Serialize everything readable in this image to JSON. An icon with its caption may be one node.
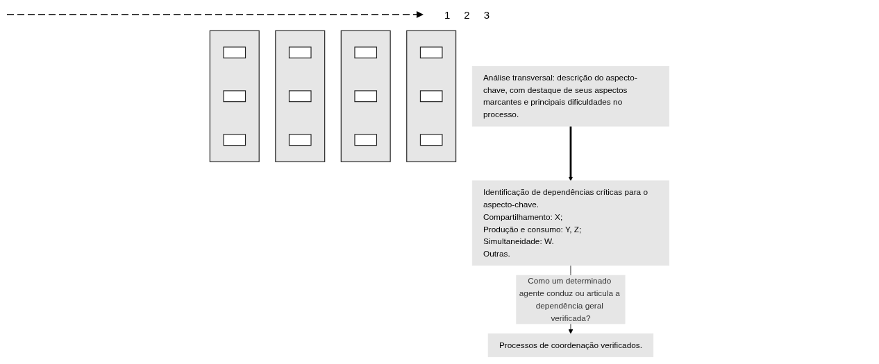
{
  "diagram": {
    "nodes": [
      {
        "text": [],
        "shape": "box"
      },
      {
        "text": [],
        "shape": "box",
        "in": 0
      },
      {
        "text": [],
        "shape": "box",
        "in": 0
      },
      {
        "text": [],
        "shape": "box",
        "in": 0
      },
      {
        "text": [],
        "shape": "box"
      },
      {
        "text": [],
        "shape": "box",
        "in": 4
      },
      {
        "text": [],
        "shape": "box",
        "in": 4
      },
      {
        "text": [],
        "shape": "box",
        "in": 4
      },
      {
        "text": [],
        "shape": "box"
      },
      {
        "text": [],
        "shape": "box",
        "in": 8
      },
      {
        "text": [],
        "shape": "box",
        "in": 8
      },
      {
        "text": [],
        "shape": "box",
        "in": 8
      },
      {
        "text": [],
        "shape": "box"
      },
      {
        "text": [],
        "shape": "box",
        "in": 12
      },
      {
        "text": [],
        "shape": "box",
        "in": 12
      },
      {
        "text": [],
        "shape": "box",
        "in": 12
      },
      {
        "text": [
          "Análise transversal: descrição do aspecto-chave, com destaque de seus aspectos marcantes e principais dificuldades no processo."
        ]
      },
      {
        "text": [
          "Identificação de dependências críticas para o aspecto-chave.",
          "Compartilhamento: X;",
          "Produção e consumo: Y, Z;",
          "Simultaneidade: W.",
          "Outras."
        ]
      },
      {
        "text": [
          "Processos de coordenação verificados."
        ]
      }
    ],
    "edges": [
      {
        "from": 16,
        "to": 17,
        "arrow": "to",
        "style": "thick"
      },
      {
        "from": 17,
        "to": 18,
        "arrow": "to",
        "label": "Como um determinado agente conduz ou articula a dependência geral verificada?"
      }
    ],
    "labels": [
      "1",
      "2",
      "3"
    ]
  }
}
